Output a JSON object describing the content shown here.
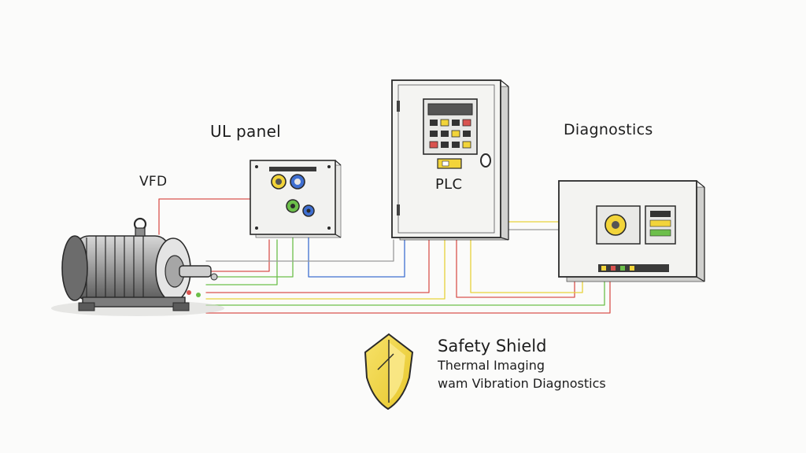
{
  "labels": {
    "vfd": "VFD",
    "ul_panel": "UL panel",
    "plc": "PLC",
    "diagnostics": "Diagnostics"
  },
  "legend": {
    "title": "Safety Shield",
    "line1": "Thermal Imaging",
    "line2": "wam Vibration Diagnostics"
  },
  "colors": {
    "ink": "#2a2a2a",
    "wire_red": "#d9534f",
    "wire_green": "#6cbf4a",
    "wire_blue": "#3f6fd1",
    "wire_yellow": "#e8d23a",
    "shield_fill": "#f2d43a"
  },
  "icons": {
    "legend_icon": "shield-icon"
  }
}
